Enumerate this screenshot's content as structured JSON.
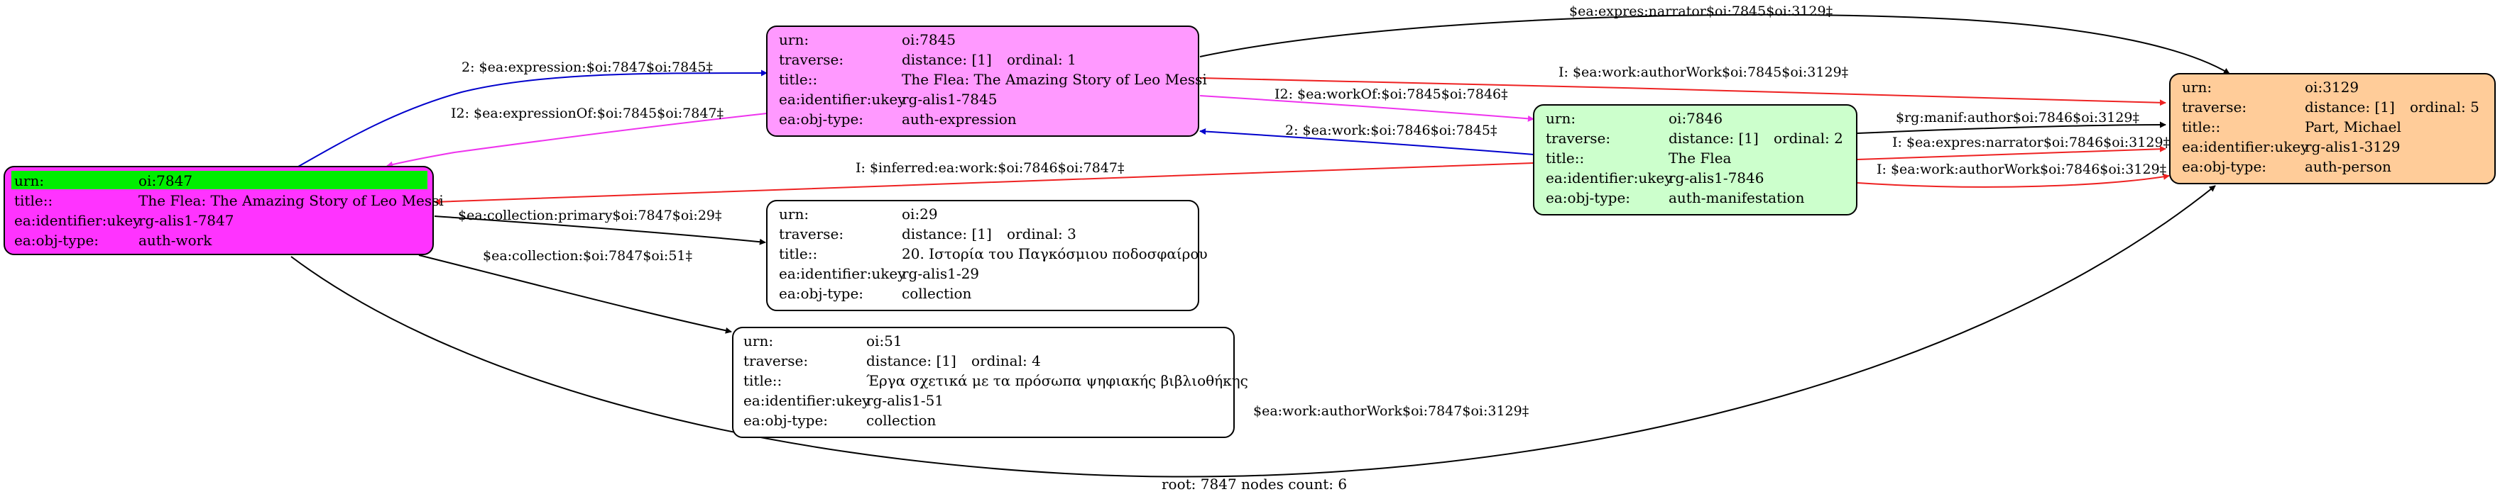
{
  "footer": "root: 7847 nodes count: 6",
  "colors": {
    "black": "#000000",
    "blue": "#0000cc",
    "red": "#ee2222",
    "magenta": "#ee33ee",
    "node_7845": "#ff99ff",
    "node_7847": "#ff33ff",
    "node_7847_header": "#00ee00",
    "node_7846": "#ccffcc",
    "node_3129": "#ffcc99",
    "node_plain": "#ffffff"
  },
  "nodes": {
    "n7845": {
      "fill": "#ff99ff",
      "rows": [
        {
          "k": "urn:",
          "v": "oi:7845",
          "extra": ""
        },
        {
          "k": "traverse:",
          "v": "distance: [1]",
          "extra": "ordinal: 1"
        },
        {
          "k": "title::",
          "v": "The Flea: The Amazing Story of Leo Messi",
          "extra": ""
        },
        {
          "k": "ea:identifier:ukey",
          "v": "rg-alis1-7845",
          "extra": ""
        },
        {
          "k": "ea:obj-type:",
          "v": "auth-expression",
          "extra": ""
        }
      ]
    },
    "n7847": {
      "fill": "#ff33ff",
      "header_fill": "#00ee00",
      "rows": [
        {
          "k": "urn:",
          "v": "oi:7847",
          "extra": ""
        },
        {
          "k": "title::",
          "v": "The Flea: The Amazing Story of Leo Messi",
          "extra": ""
        },
        {
          "k": "ea:identifier:ukey",
          "v": "rg-alis1-7847",
          "extra": ""
        },
        {
          "k": "ea:obj-type:",
          "v": "auth-work",
          "extra": ""
        }
      ]
    },
    "n7846": {
      "fill": "#ccffcc",
      "rows": [
        {
          "k": "urn:",
          "v": "oi:7846",
          "extra": ""
        },
        {
          "k": "traverse:",
          "v": "distance: [1]",
          "extra": "ordinal: 2"
        },
        {
          "k": "title::",
          "v": "The Flea",
          "extra": ""
        },
        {
          "k": "ea:identifier:ukey",
          "v": "rg-alis1-7846",
          "extra": ""
        },
        {
          "k": "ea:obj-type:",
          "v": "auth-manifestation",
          "extra": ""
        }
      ]
    },
    "n3129": {
      "fill": "#ffcc99",
      "rows": [
        {
          "k": "urn:",
          "v": "oi:3129",
          "extra": ""
        },
        {
          "k": "traverse:",
          "v": "distance: [1]",
          "extra": "ordinal: 5"
        },
        {
          "k": "title::",
          "v": "Part, Michael",
          "extra": ""
        },
        {
          "k": "ea:identifier:ukey",
          "v": "rg-alis1-3129",
          "extra": ""
        },
        {
          "k": "ea:obj-type:",
          "v": "auth-person",
          "extra": ""
        }
      ]
    },
    "n29": {
      "fill": "#ffffff",
      "rows": [
        {
          "k": "urn:",
          "v": "oi:29",
          "extra": ""
        },
        {
          "k": "traverse:",
          "v": "distance: [1]",
          "extra": "ordinal: 3"
        },
        {
          "k": "title::",
          "v": "20. Ιστορία του Παγκόσμιου ποδοσφαίρου",
          "extra": ""
        },
        {
          "k": "ea:identifier:ukey",
          "v": "rg-alis1-29",
          "extra": ""
        },
        {
          "k": "ea:obj-type:",
          "v": "collection",
          "extra": ""
        }
      ]
    },
    "n51": {
      "fill": "#ffffff",
      "rows": [
        {
          "k": "urn:",
          "v": "oi:51",
          "extra": ""
        },
        {
          "k": "traverse:",
          "v": "distance: [1]",
          "extra": "ordinal: 4"
        },
        {
          "k": "title::",
          "v": "Έργα σχετικά με τα πρόσωπα ψηφιακής βιβλιοθήκης",
          "extra": ""
        },
        {
          "k": "ea:identifier:ukey",
          "v": "rg-alis1-51",
          "extra": ""
        },
        {
          "k": "ea:obj-type:",
          "v": "collection",
          "extra": ""
        }
      ]
    }
  },
  "edges": {
    "e1": "2: $ea:expression:$oi:7847$oi:7845‡",
    "e2": "I2: $ea:expressionOf:$oi:7845$oi:7847‡",
    "e3": "$ea:expres:narrator$oi:7845$oi:3129‡",
    "e4": "I: $ea:work:authorWork$oi:7845$oi:3129‡",
    "e5": "I2: $ea:workOf:$oi:7845$oi:7846‡",
    "e6": "2: $ea:work:$oi:7846$oi:7845‡",
    "e7": "I: $inferred:ea:work:$oi:7846$oi:7847‡",
    "e8": "$rg:manif:author$oi:7846$oi:3129‡",
    "e9": "I: $ea:expres:narrator$oi:7846$oi:3129‡",
    "e10": "I: $ea:work:authorWork$oi:7846$oi:3129‡",
    "e11": "$ea:collection:primary$oi:7847$oi:29‡",
    "e12": "$ea:collection:$oi:7847$oi:51‡",
    "e13": "$ea:work:authorWork$oi:7847$oi:3129‡"
  }
}
